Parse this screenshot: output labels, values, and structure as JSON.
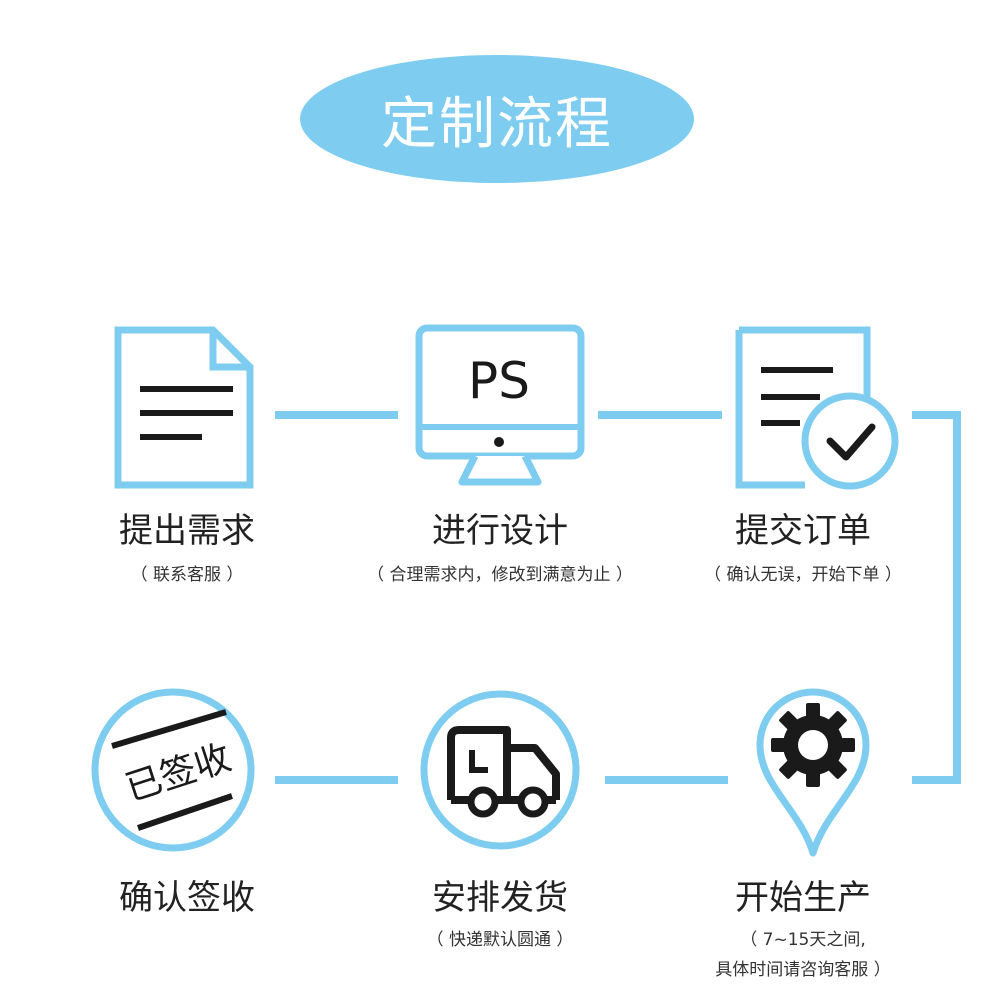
{
  "title": "定制流程",
  "colors": {
    "accent": "#7ecdf0",
    "icon_dark": "#1a1a1a",
    "background": "#ffffff"
  },
  "steps": [
    {
      "label": "提出需求",
      "sub": "（ 联系客服 ）",
      "icon": "document-icon"
    },
    {
      "label": "进行设计",
      "sub": "（ 合理需求内，修改到满意为止 ）",
      "icon": "monitor-ps-icon",
      "icon_text": "PS"
    },
    {
      "label": "提交订单",
      "sub": "（ 确认无误，开始下单 ）",
      "icon": "document-check-icon"
    },
    {
      "label": "开始生产",
      "sub": "（ 7~15天之间,",
      "sub2": "具体时间请咨询客服 ）",
      "icon": "gear-pin-icon"
    },
    {
      "label": "安排发货",
      "sub": "（ 快递默认圆通 ）",
      "icon": "truck-icon"
    },
    {
      "label": "确认签收",
      "sub": "",
      "icon": "signed-stamp-icon",
      "icon_text": "已签收"
    }
  ]
}
